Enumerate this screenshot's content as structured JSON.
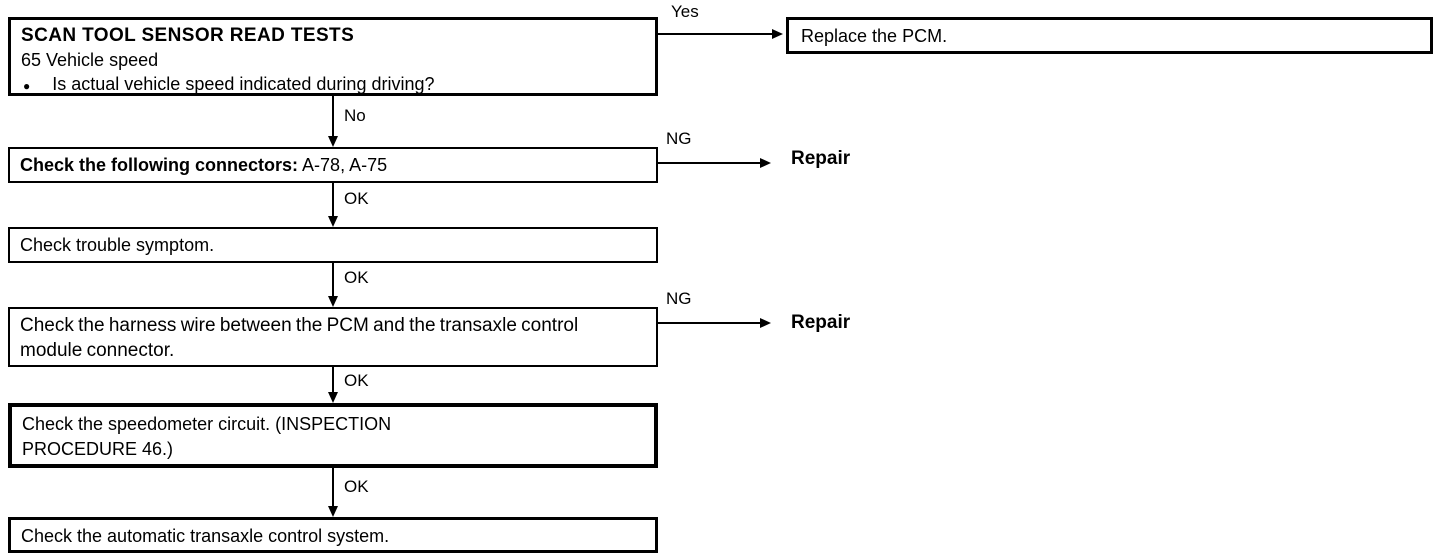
{
  "colors": {
    "ink": "#000000",
    "paper": "#ffffff"
  },
  "nodes": {
    "start": {
      "title": "SCAN TOOL SENSOR READ TESTS",
      "subtitle": "65 Vehicle speed",
      "bullet_icon": "●",
      "question": "Is actual vehicle speed indicated during driving?"
    },
    "replace_pcm": {
      "text": "Replace the PCM."
    },
    "check_connectors": {
      "label": "Check the following connectors:",
      "value": "A-78, A-75"
    },
    "check_symptom": {
      "text": "Check trouble symptom."
    },
    "check_harness": {
      "line1": "Check the harness wire between the PCM and the transaxle control",
      "line2": "module connector."
    },
    "check_speedometer": {
      "line1": "Check the speedometer circuit. (INSPECTION",
      "line2": "PROCEDURE 46.)"
    },
    "check_transaxle": {
      "text": "Check the automatic transaxle control system."
    }
  },
  "edges": {
    "yes": "Yes",
    "no": "No",
    "ok": "OK",
    "ng": "NG",
    "repair": "Repair"
  }
}
